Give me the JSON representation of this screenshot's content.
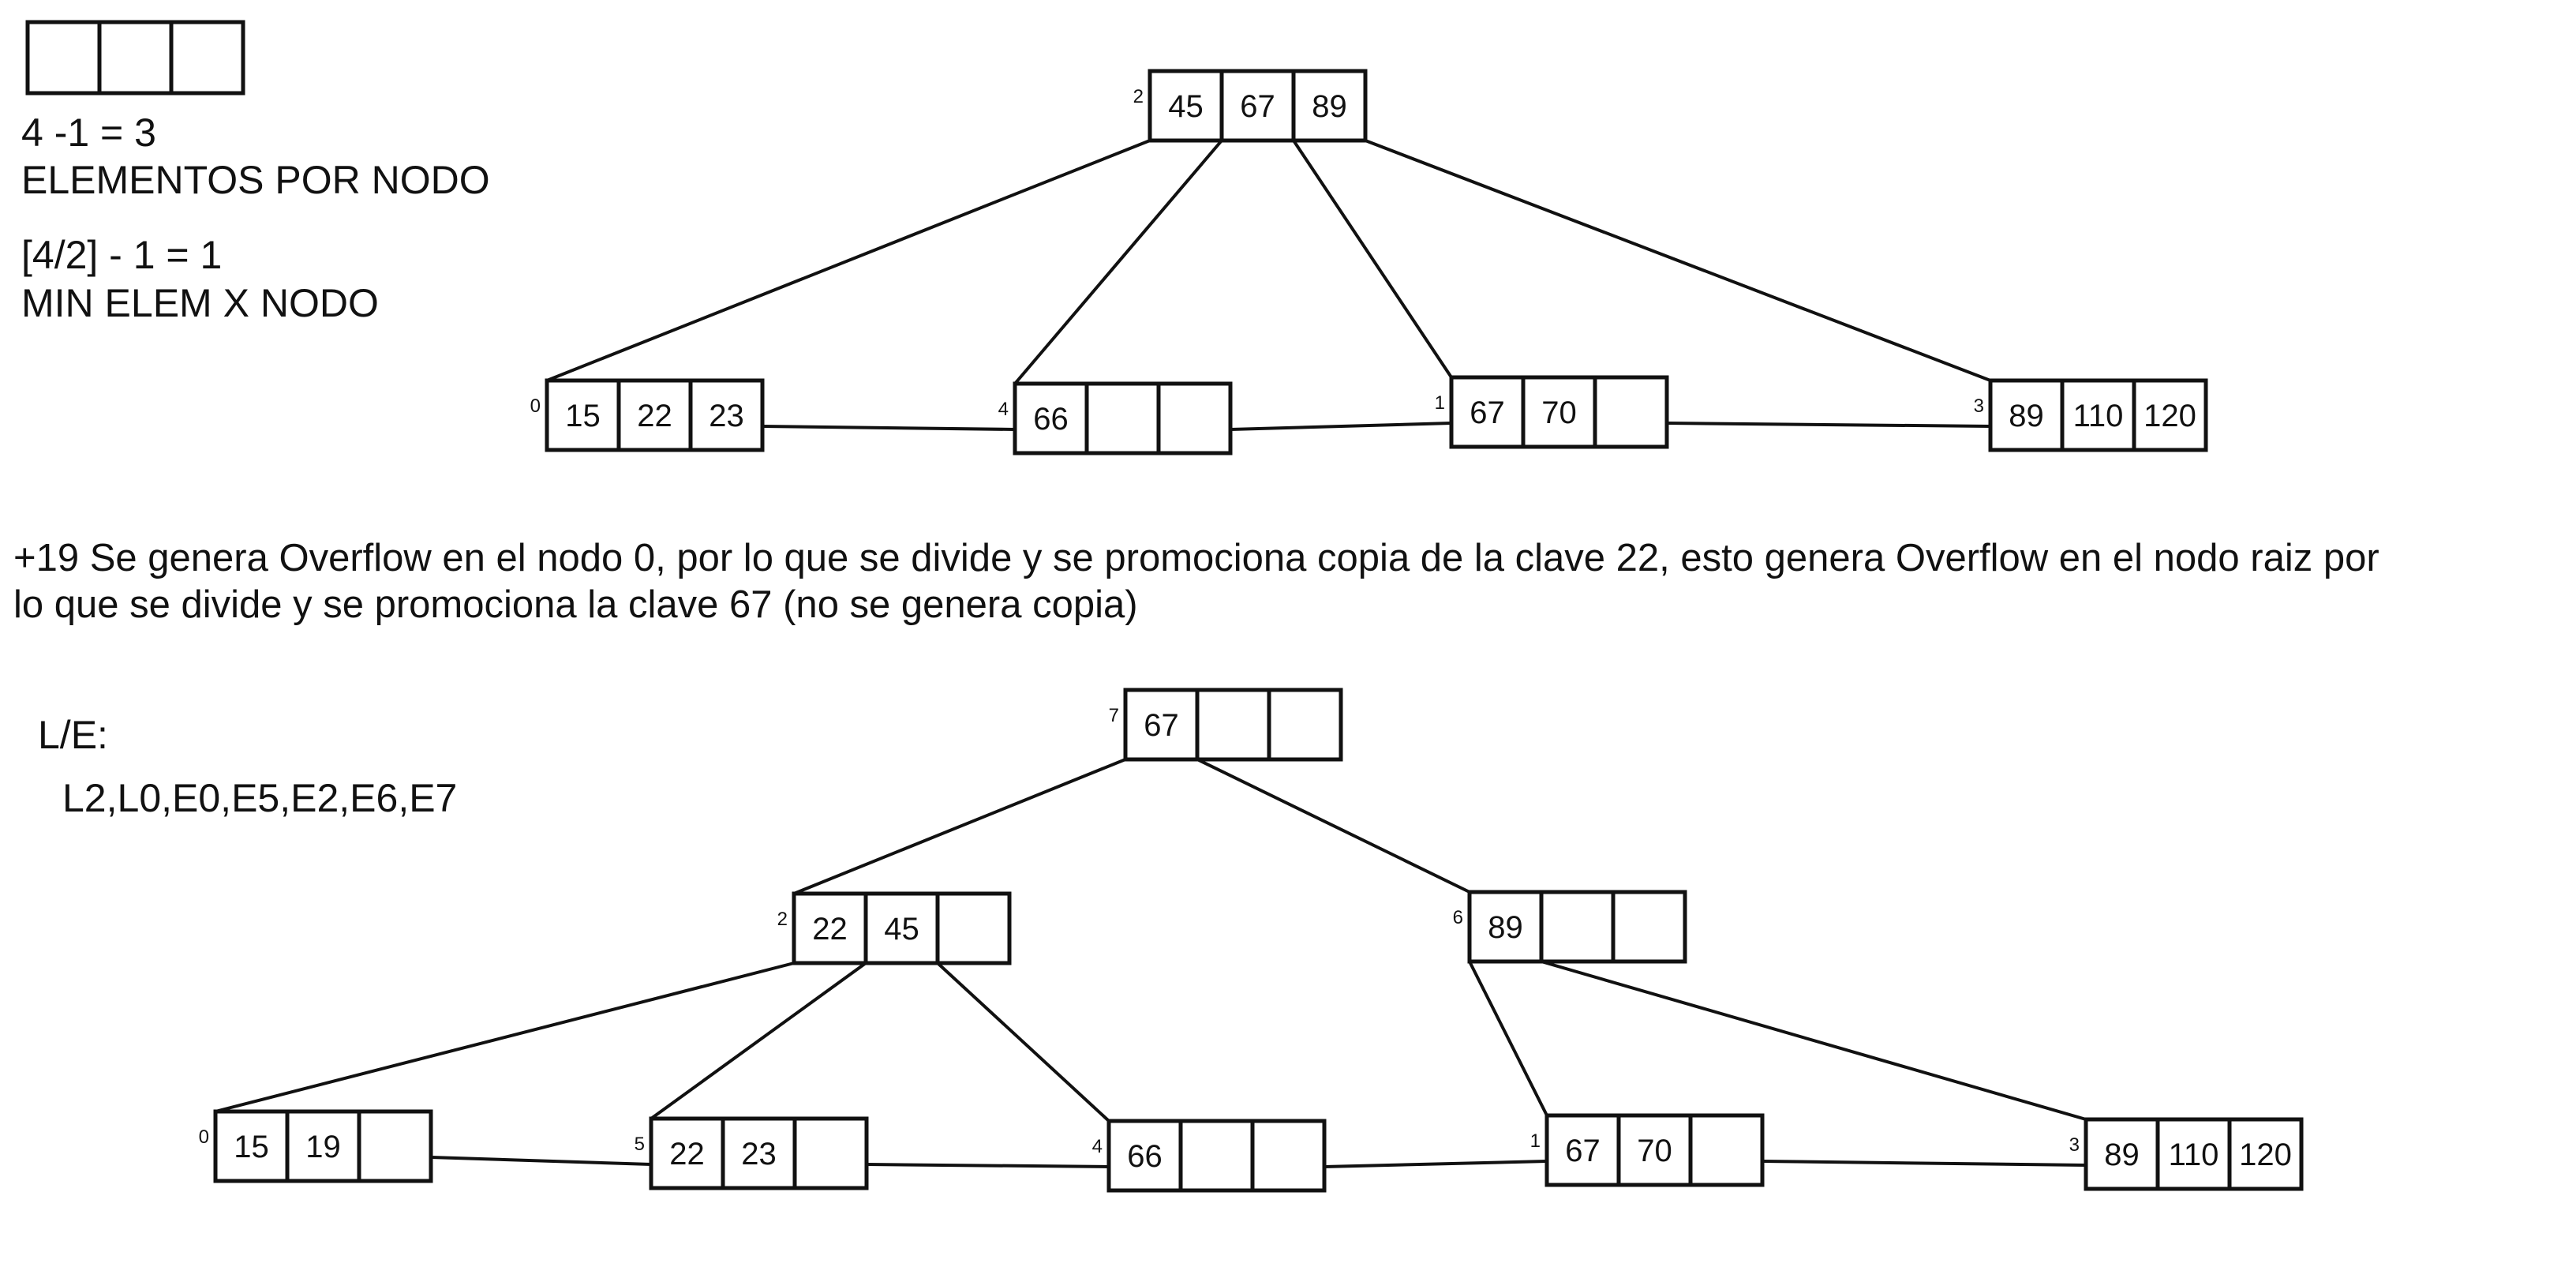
{
  "notes": {
    "max_formula": "4 -1 = 3",
    "max_label": "ELEMENTOS POR NODO",
    "min_formula": "[4/2] - 1 = 1",
    "min_label": "MIN ELEM X NODO"
  },
  "explanation": {
    "line1": "+19 Se genera Overflow en el nodo 0, por lo que se divide y se promociona copia de la clave 22, esto genera Overflow en el nodo raiz por",
    "line2": "lo que se divide y se promociona la clave 67 (no se genera copia)"
  },
  "ops": {
    "label": "L/E:",
    "sequence": "L2,L0,E0,E5,E2,E6,E7"
  },
  "tree_before": {
    "nodes": [
      {
        "id": "2",
        "keys": [
          "45",
          "67",
          "89"
        ]
      },
      {
        "id": "0",
        "keys": [
          "15",
          "22",
          "23"
        ]
      },
      {
        "id": "4",
        "keys": [
          "66",
          "",
          ""
        ]
      },
      {
        "id": "1",
        "keys": [
          "67",
          "70",
          ""
        ]
      },
      {
        "id": "3",
        "keys": [
          "89",
          "110",
          "120"
        ]
      }
    ]
  },
  "tree_after": {
    "nodes": [
      {
        "id": "7",
        "keys": [
          "67",
          "",
          ""
        ]
      },
      {
        "id": "2",
        "keys": [
          "22",
          "45",
          ""
        ]
      },
      {
        "id": "6",
        "keys": [
          "89",
          "",
          ""
        ]
      },
      {
        "id": "0",
        "keys": [
          "15",
          "19",
          ""
        ]
      },
      {
        "id": "5",
        "keys": [
          "22",
          "23",
          ""
        ]
      },
      {
        "id": "4",
        "keys": [
          "66",
          "",
          ""
        ]
      },
      {
        "id": "1",
        "keys": [
          "67",
          "70",
          ""
        ]
      },
      {
        "id": "3",
        "keys": [
          "89",
          "110",
          "120"
        ]
      }
    ]
  }
}
